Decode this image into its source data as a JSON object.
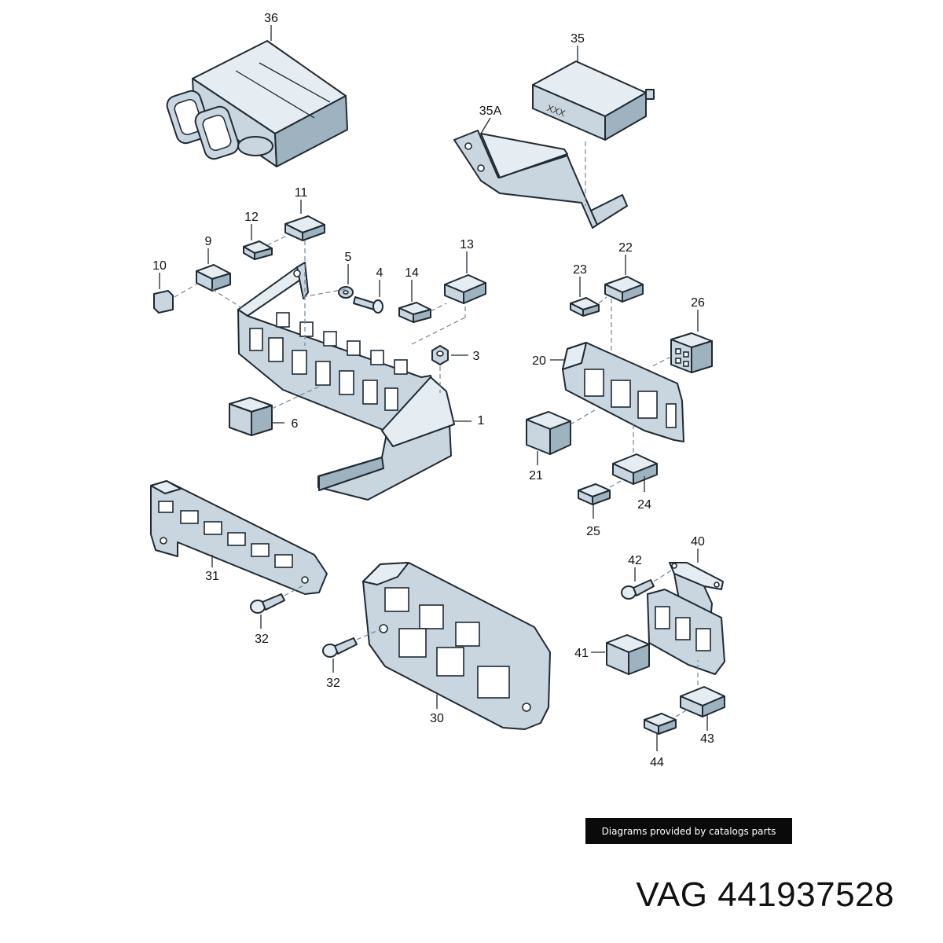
{
  "diagram": {
    "callouts": {
      "c1": "1",
      "c3": "3",
      "c4": "4",
      "c5": "5",
      "c6": "6",
      "c9": "9",
      "c10": "10",
      "c11": "11",
      "c12": "12",
      "c13": "13",
      "c14": "14",
      "c20": "20",
      "c21": "21",
      "c22": "22",
      "c23": "23",
      "c24": "24",
      "c25": "25",
      "c26": "26",
      "c30": "30",
      "c31": "31",
      "c32a": "32",
      "c32b": "32",
      "c35": "35",
      "c35a": "35A",
      "c36": "36",
      "c40": "40",
      "c41": "41",
      "c42": "42",
      "c43": "43",
      "c44": "44"
    },
    "module_marking": "XXX"
  },
  "credit": "Diagrams provided by catalogs parts",
  "part_number": "VAG 441937528"
}
